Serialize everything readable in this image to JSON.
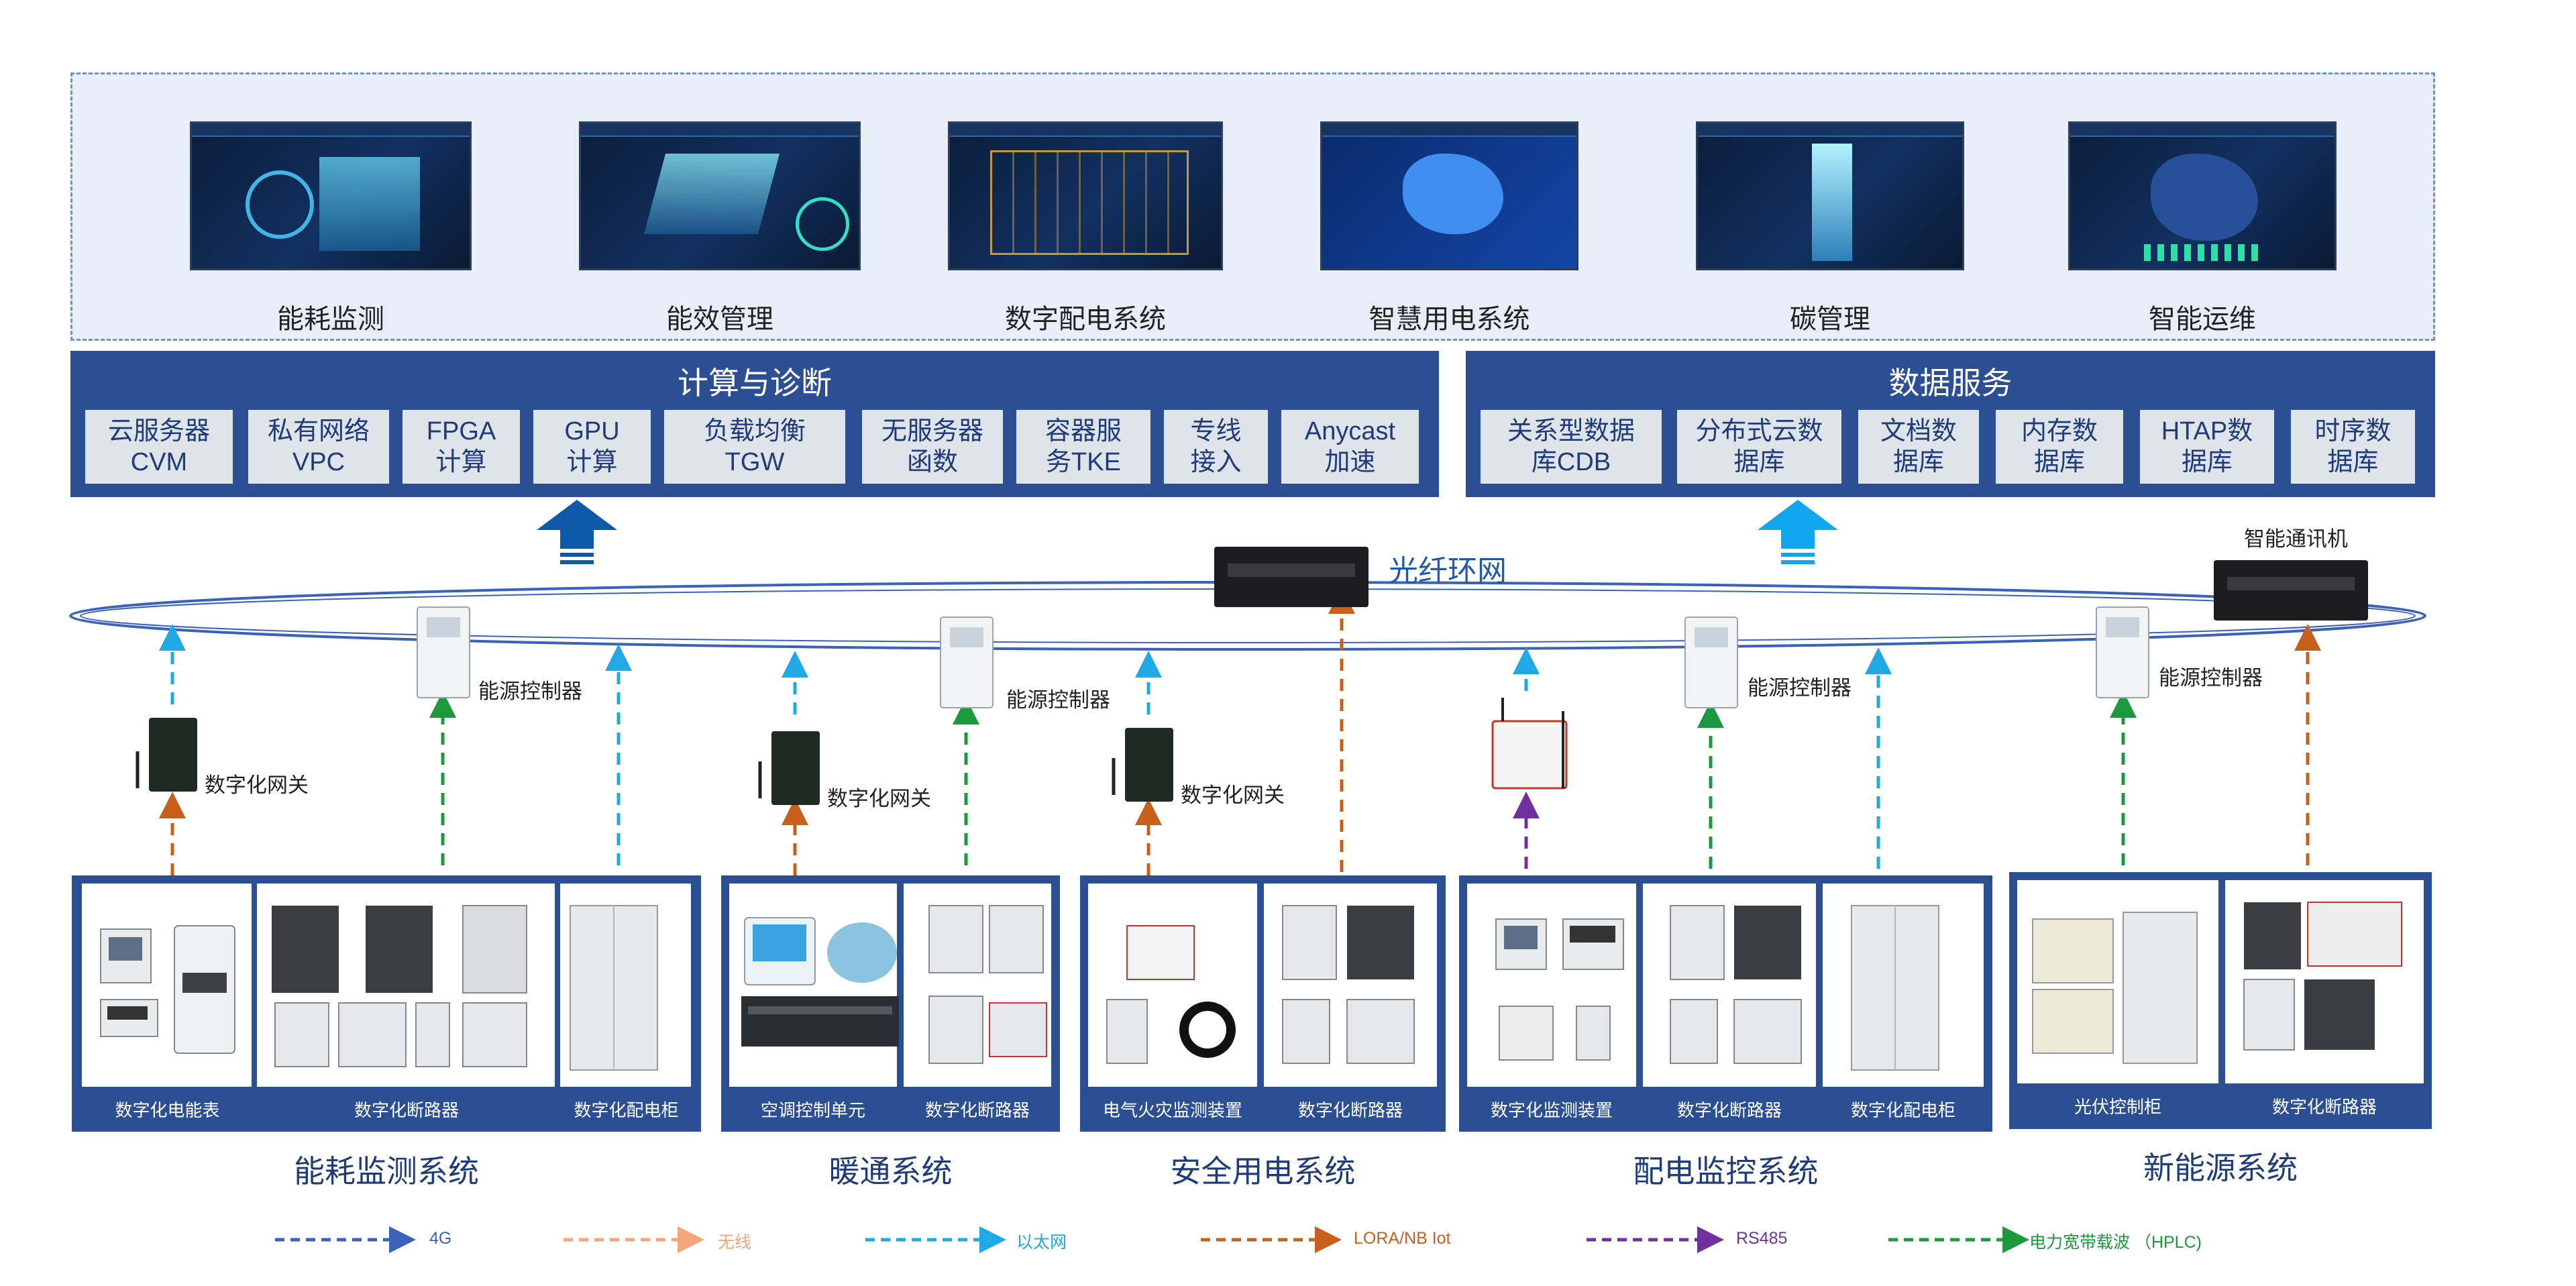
{
  "applications": [
    {
      "label": "能耗监测"
    },
    {
      "label": "能效管理"
    },
    {
      "label": "数字配电系统"
    },
    {
      "label": "智慧用电系统"
    },
    {
      "label": "碳管理"
    },
    {
      "label": "智能运维"
    }
  ],
  "compute": {
    "title": "计算与诊断",
    "items": [
      "云服务器\nCVM",
      "私有网络\nVPC",
      "FPGA\n计算",
      "GPU\n计算",
      "负载均衡\nTGW",
      "无服务器\n函数",
      "容器服\n务TKE",
      "专线\n接入",
      "Anycast\n加速"
    ]
  },
  "data_service": {
    "title": "数据服务",
    "items": [
      "关系型数据\n库CDB",
      "分布式云数\n据库",
      "文档数\n据库",
      "内存数\n据库",
      "HTAP数\n据库",
      "时序数\n据库"
    ]
  },
  "network": {
    "ring_label": "光纤环网",
    "comm_label": "智能通讯机"
  },
  "nodes": {
    "energy_controller": "能源控制器",
    "digital_gateway": "数字化网关"
  },
  "systems": [
    {
      "name": "能耗监测系统",
      "devices": [
        "数字化电能表",
        "数字化断路器",
        "数字化配电柜"
      ]
    },
    {
      "name": "暖通系统",
      "devices": [
        "空调控制单元",
        "数字化断路器"
      ]
    },
    {
      "name": "安全用电系统",
      "devices": [
        "电气火灾监测装置",
        "数字化断路器"
      ]
    },
    {
      "name": "配电监控系统",
      "devices": [
        "数字化监测装置",
        "数字化断路器",
        "数字化配电柜"
      ]
    },
    {
      "name": "新能源系统",
      "devices": [
        "光伏控制柜",
        "数字化断路器"
      ]
    }
  ],
  "legend": [
    {
      "label": "4G",
      "color": "#3a62b8"
    },
    {
      "label": "无线",
      "color": "#f2a679"
    },
    {
      "label": "以太网",
      "color": "#1fa9e6"
    },
    {
      "label": "LORA/NB Iot",
      "color": "#c8601c"
    },
    {
      "label": "RS485",
      "color": "#7030a0"
    },
    {
      "label": "电力宽带载波 （HPLC)",
      "color": "#1a9a3c"
    }
  ],
  "colors": {
    "block_blue": "#2c4f93",
    "arrow_dark_blue": "#0f5aa8",
    "arrow_light_blue": "#11a7ef"
  }
}
